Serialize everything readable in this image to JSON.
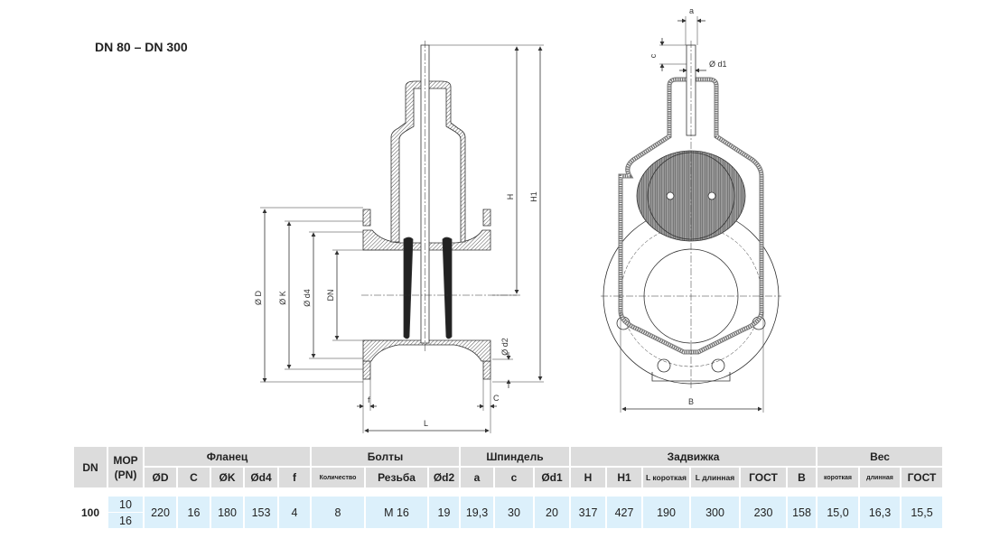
{
  "title": "DN 80 – DN 300",
  "drawing_labels": {
    "od": "Ø D",
    "ok": "Ø K",
    "od4": "Ø d4",
    "dn": "DN",
    "h": "H",
    "h1": "H1",
    "od2": "Ø d2",
    "f": "f",
    "c_flange": "C",
    "l": "L",
    "a": "a",
    "c_spindle": "c",
    "od1": "Ø d1",
    "b": "B"
  },
  "table": {
    "dn_header": "DN",
    "mop_header": "MOP",
    "pn_header": "(PN)",
    "groups": [
      "Фланец",
      "Болты",
      "Шпиндель",
      "Задвижка",
      "Вес"
    ],
    "columns": [
      "ØD",
      "C",
      "ØK",
      "Ød4",
      "f",
      "Количество",
      "Резьба",
      "Ød2",
      "a",
      "c",
      "Ød1",
      "H",
      "H1",
      "L короткая",
      "L длинная",
      "ГОСТ",
      "B",
      "короткая",
      "длинная",
      "ГОСТ"
    ],
    "row": {
      "dn": "100",
      "pn": [
        "10",
        "16"
      ],
      "values": [
        "220",
        "16",
        "180",
        "153",
        "4",
        "8",
        "M 16",
        "19",
        "19,3",
        "30",
        "20",
        "317",
        "427",
        "190",
        "300",
        "230",
        "158",
        "15,0",
        "16,3",
        "15,5"
      ]
    }
  }
}
